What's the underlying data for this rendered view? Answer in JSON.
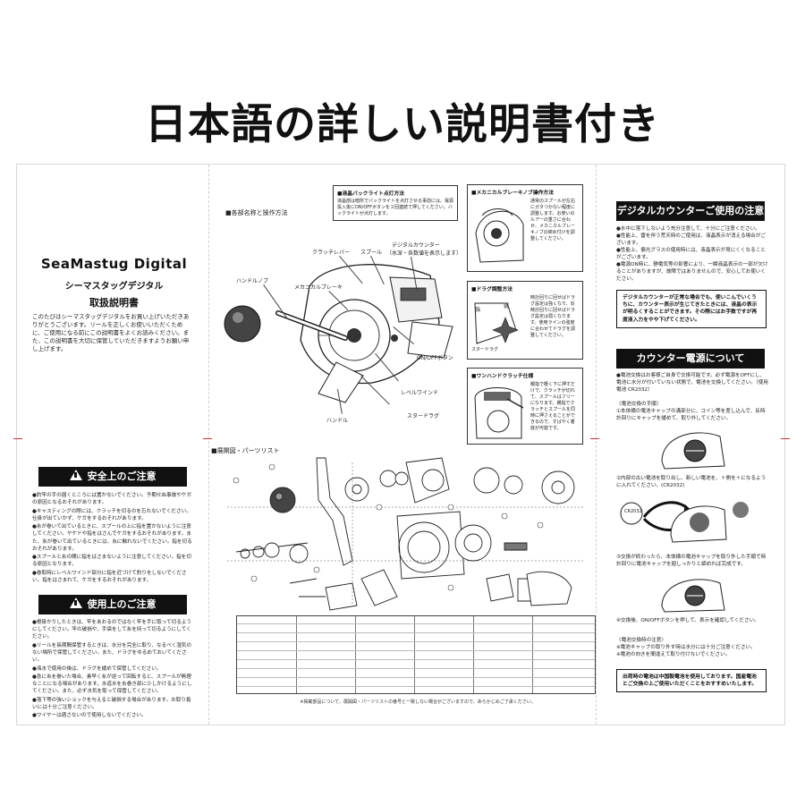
{
  "banner": "日本語の詳しい説明書付き",
  "cover": {
    "brand": "SeaMastug Digital",
    "product_jp": "シーマスタッグデジタル",
    "manual": "取扱説明書",
    "intro": "このたびはシーマスタッグデジタルをお買い上げいただきありがとうございます。リールを正しくお使いいただくために、ご使用になる前にこの説明書をよくお読みください。また、この説明書を大切に保管していただきますようお願い申し上げます。"
  },
  "safety": {
    "title": "安全上のご注意",
    "items": [
      "●釣竿の手の届くところには置かないでください。予期せぬ事故やケガの原因となるおそれがあります。",
      "●キャスティングの際には、クラッチを切るのを忘れないでください。仕掛が出ていかず、ケガをするおそれがあります。",
      "●糸が巻いて出ているときに、スプールの上に指を置かないように注意してください。ヤケドや指をはさんでケガをするおそれがあります。また、糸が巻いて出ているときには、糸に触れないでください。指を切るおそれがあります。",
      "●スプールと糸の間に指をはさまないように注意してください。指を切る原因となります。",
      "●巻取時にレベルワインド部分に指を近づけて釣りをしないでください。指をはさまれて、ケガをするおそれがあります。"
    ]
  },
  "usage": {
    "title": "使用上のご注意",
    "items": [
      "●根掛かりしたときは、竿をあおるのではなく竿を手に取って切るようにしてください。竿の破損や、手袋をして糸を持って切るようにしてください。",
      "●リールを長期間保管するときは、水分を完全に取り、なるべく湿気のない場所で保管してください。また、ドラグをゆるめておいてください。",
      "●海水で使用の後は、ドラグを緩めて保管してください。",
      "●急に糸を巻いた場合、素早く糸が逆って回転すると、スプールが無理なことになる場合があります。水道水を糸巻き部に少しかけるようにしてください。また、必ず水気を取って保管してください。",
      "●落下等の強いショックを与えると破損する場合があります。お取り扱いには十分ご注意ください。",
      "●ワイヤーは適さないので使用しないでください。"
    ]
  },
  "middle": {
    "parts_heading": "■各部名称と操作方法",
    "backlight": {
      "title": "■液晶バックライト点灯方法",
      "body": "液晶部は暗所でバックライトを点灯させる事前には、電源投入後にON/OFFボタンを２回連続で押してください。バックライトが点灯します。"
    },
    "callouts": {
      "clutch_lever": "クラッチレバー",
      "spool": "スプール",
      "digital_counter": "デジタルカウンター",
      "counter_note": "（水深・各数値を表示します）",
      "mech_brake": "メカニカルブレーキ",
      "handle_knob": "ハンドルノブ",
      "onoff": "ON/OFFボタン",
      "level_wind": "レベルワインド",
      "star_drag": "スタードラグ",
      "handle": "ハンドル"
    },
    "mech_brake_box": {
      "title": "■メカニカルブレーキノブ操作方法",
      "body": "通常のスプールが左右にガタつかない程度に調整します。お使いのルアーの重さに合わせ、メカニカルブレーキノブの締め付けを調整してください。"
    },
    "drag_box": {
      "title": "■ドラグ調整方法",
      "body": "時計回りに回せばドラグ設定は強くなり、反時計回りに回せばドラグ設定は弱くなります。使用ラインの強度に合わせてドラグを調整してください。",
      "label_strong": "強",
      "label_weak": "弱",
      "label_star": "スタードラグ"
    },
    "onehand_box": {
      "title": "■ワンハンドクラッチ仕様",
      "body": "親指で軽く下に押すだけで、クラッチが切れて、スプールはフリーになります。親指でクラッチとスプールを同時に押さえることができるので、すばやく着底が可能です。"
    },
    "exploded_heading": "■展開図・パーツリスト",
    "table_note": "※掲載部品について、展開図・パーツリストの番号と一致しない場合がございますので、あらかじめご了承ください。"
  },
  "right": {
    "counter_title": "デジタルカウンターご使用の注意",
    "counter_items": [
      "●水中に落下しないよう充分注意して、十分にご注意ください。",
      "●性能上、雷を伴う荒天時のご使用は、液晶表示が消える場合がございます。",
      "●性能上、偏光グラスの使用時には、液晶表示が見にくくなることがございます。",
      "●電源ON時に、静電気等の影響により、一瞬液晶表示の一部が欠けることがありますが、故障ではありませんので、安心してお使いください。"
    ],
    "counter_warning": "デジタルカウンターが正常な場合でも、使いこんでいくうちに、カウンター表示が生じてきたときには、液晶の表示が明るくすることができます。その際にはお手数ですが再度液入力をやや下げてください。",
    "battery_title": "カウンター電源について",
    "battery_items": [
      "●電池交換はお客様ご自身で交換可能です。必ず電源をOFFにし、電池に水分が付いていない状態で、電池を交換してください。（使用電池 CR2032）"
    ],
    "steps": [
      "〈電池交換の手順〉",
      "①本体横の電池キャップの溝部分に、コイン等を差し込んで、反時計回りにキャップを緩めて、取り外してください。",
      "②内部の古い電池を取り出し、新しい電池を、＋側を＋になるように入れてください。(CR2032)",
      "③交換が終わったら、本体横の電池キャップを取り外した手順で時計回りに電池キャップを廻しっかりと締めれば完成です。",
      "④交換後、ON/OFFボタンを押して、表示を確認してください。"
    ],
    "cell_label": "CR2032",
    "cautions": [
      "〈電池交換時の注意〉",
      "※電池キャップの取り外す時は水分には十分ご注意ください。",
      "※電池の向きを間違えて取り付けないでください。"
    ],
    "shipping_box": "出荷時の電池は中国製電池を使用しております。国産電池とご交換の上ご使用いただくことをおすすめいたします。"
  }
}
